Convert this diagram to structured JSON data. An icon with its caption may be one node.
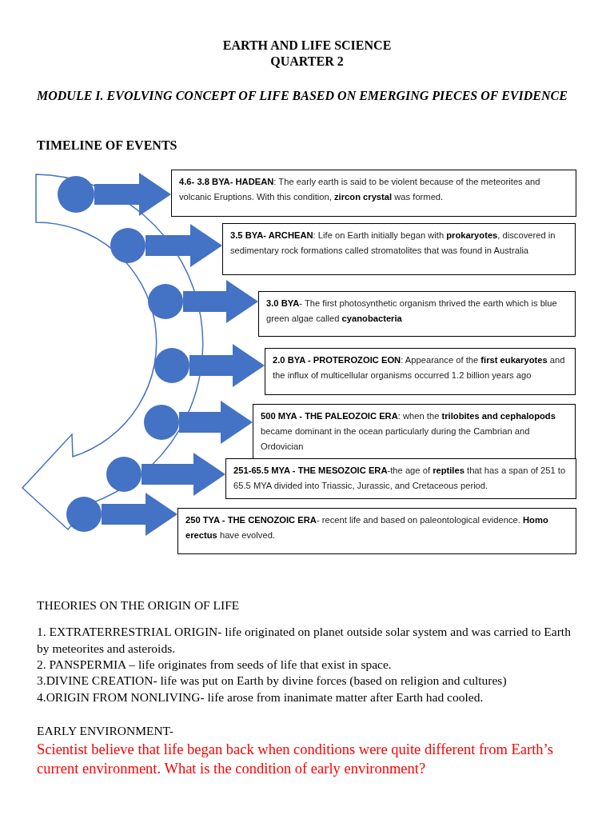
{
  "diagram": {
    "title": "EARTH AND LIFE SCIENCE",
    "nodes": [
      {
        "text": [],
        "shape": "circle"
      },
      {
        "text": [
          "**4.6- 3.8 BYA- HADEAN**: The early earth is said to be violent because of the meteorites and volcanic Eruptions. With this condition, **zircon crystal** was formed."
        ]
      },
      {
        "text": [],
        "shape": "circle"
      },
      {
        "text": [
          "**3.5 BYA- ARCHEAN**: Life on Earth initially began with **prokaryotes**, discovered in sedimentary rock formations called stromatolites that was found in Australia"
        ]
      },
      {
        "text": [],
        "shape": "circle"
      },
      {
        "text": [
          "**3.0 BYA**- The first photosynthetic organism thrived the earth which is blue green algae called **cyanobacteria**"
        ]
      },
      {
        "text": [],
        "shape": "circle"
      },
      {
        "text": [
          "**2.0 BYA - PROTEROZOIC EON**: Appearance of the **first eukaryotes** and the influx of multicellular organisms occurred 1.2 billion years ago"
        ]
      },
      {
        "text": [],
        "shape": "circle"
      },
      {
        "text": [
          "**500 MYA - THE PALEOZOIC ERA**: when the **trilobites and cephalopods** became dominant in the ocean particularly during the Cambrian and Ordovician"
        ]
      },
      {
        "text": [],
        "shape": "circle"
      },
      {
        "text": [
          "**251-65.5 MYA - THE MESOZOIC ERA**-the age of **reptiles** that has a span of 251 to 65.5 MYA divided into Triassic, Jurassic, and Cretaceous period."
        ]
      },
      {
        "text": [],
        "shape": "circle"
      },
      {
        "text": [
          "**250 TYA - THE CENOZOIC ERA**- recent life and based on paleontological evidence. **Homo erectus** have evolved."
        ]
      }
    ],
    "edges": [
      {
        "from": 0,
        "to": 1,
        "arrow": "to"
      },
      {
        "from": 2,
        "to": 3,
        "arrow": "to"
      },
      {
        "from": 4,
        "to": 5,
        "arrow": "to"
      },
      {
        "from": 6,
        "to": 7,
        "arrow": "to"
      },
      {
        "from": 8,
        "to": 9,
        "arrow": "to"
      },
      {
        "from": 10,
        "to": 11,
        "arrow": "to"
      },
      {
        "from": 12,
        "to": 13,
        "arrow": "to"
      }
    ],
    "labels": [
      "QUARTER 2",
      "MODULE I. EVOLVING CONCEPT OF LIFE BASED ON EMERGING PIECES OF EVIDENCE",
      "TIMELINE OF EVENTS",
      "THEORIES ON THE ORIGIN OF LIFE",
      "1. EXTRATERRESTRIAL ORIGIN- life originated on planet outside solar system and was carried to Earth by meteorites and asteroids.",
      "2. PANSPERMIA – life originates from seeds of life that exist in space.",
      "3.DIVINE CREATION- life was put on Earth by divine forces (based on religion and cultures)",
      "4.ORIGIN FROM NONLIVING- life arose from inanimate matter after Earth had cooled.",
      "EARLY ENVIRONMENT-",
      "Scientist believe that life began back when conditions were quite different from Earth’s current environment. What is the condition of early environment?"
    ]
  }
}
